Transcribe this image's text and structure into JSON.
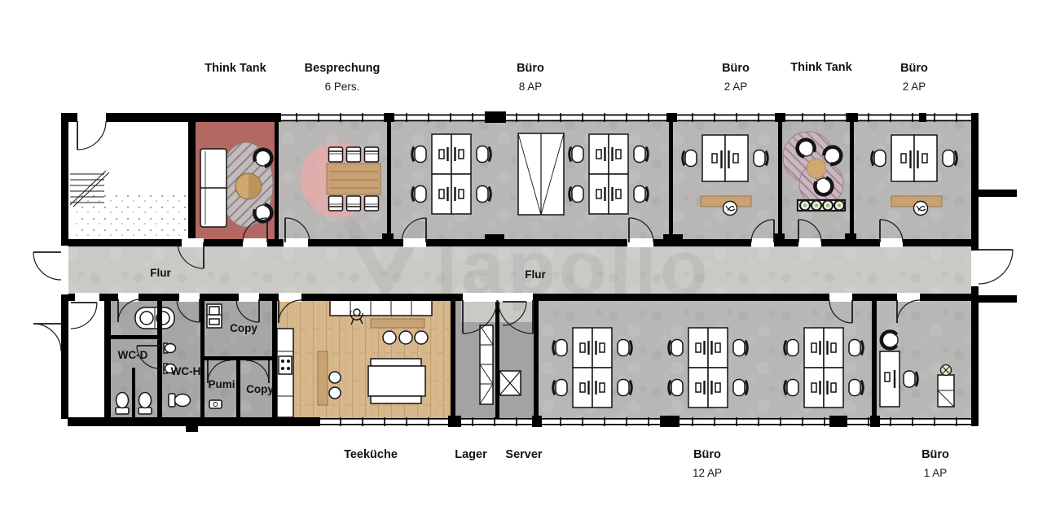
{
  "watermark": "lapollo",
  "colors": {
    "wall": "#000000",
    "office_floor": "#b9b7b5",
    "corridor_floor": "#cbc9c6",
    "wc_floor": "#a8a6a4",
    "storage_floor": "#a5a3a1",
    "think_tank_floor": "#b46863",
    "kitchen_floor": "#d7b78c",
    "meeting_rug": "#eba9a9",
    "wood_furniture": "#c9a273"
  },
  "rooms": {
    "think_tank_1": {
      "label": "Think Tank"
    },
    "besprechung": {
      "label": "Besprechung",
      "capacity": "6 Pers."
    },
    "buero_8ap": {
      "label": "Büro",
      "capacity": "8 AP"
    },
    "buero_2ap_west": {
      "label": "Büro",
      "capacity": "2 AP"
    },
    "think_tank_2": {
      "label": "Think Tank"
    },
    "buero_2ap_ost": {
      "label": "Büro",
      "capacity": "2 AP"
    },
    "teekueche": {
      "label": "Teeküche"
    },
    "lager": {
      "label": "Lager"
    },
    "server": {
      "label": "Server"
    },
    "buero_12ap": {
      "label": "Büro",
      "capacity": "12 AP"
    },
    "buero_1ap": {
      "label": "Büro",
      "capacity": "1 AP"
    },
    "flur_west": {
      "label": "Flur"
    },
    "flur_ost": {
      "label": "Flur"
    },
    "wc_d": {
      "label": "WC-D"
    },
    "wc_h": {
      "label": "WC-H"
    },
    "copy_nord": {
      "label": "Copy"
    },
    "pumi": {
      "label": "Pumi"
    },
    "copy_sued": {
      "label": "Copy"
    }
  }
}
